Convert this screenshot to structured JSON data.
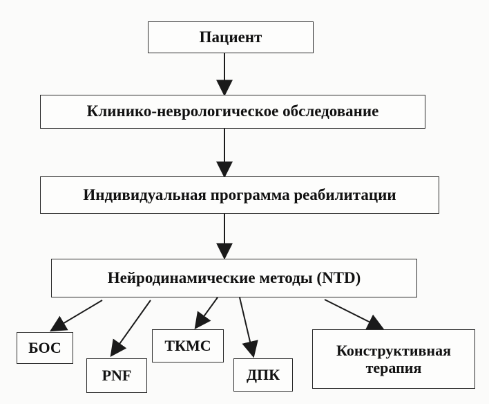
{
  "nodes": {
    "patient": "Пациент",
    "exam": "Клинико-неврологическое обследование",
    "program": "Индивидуальная программа реабилитации",
    "methods": "Нейродинамические методы (NTD)",
    "bos": "БОС",
    "pnf": "PNF",
    "tkms": "ТКМС",
    "dpk": "ДПК",
    "constructive_line1": "Конструктивная",
    "constructive_line2": "терапия"
  },
  "edges": [
    [
      "patient",
      "exam"
    ],
    [
      "exam",
      "program"
    ],
    [
      "program",
      "methods"
    ],
    [
      "methods",
      "bos"
    ],
    [
      "methods",
      "pnf"
    ],
    [
      "methods",
      "tkms"
    ],
    [
      "methods",
      "dpk"
    ],
    [
      "methods",
      "constructive"
    ]
  ]
}
